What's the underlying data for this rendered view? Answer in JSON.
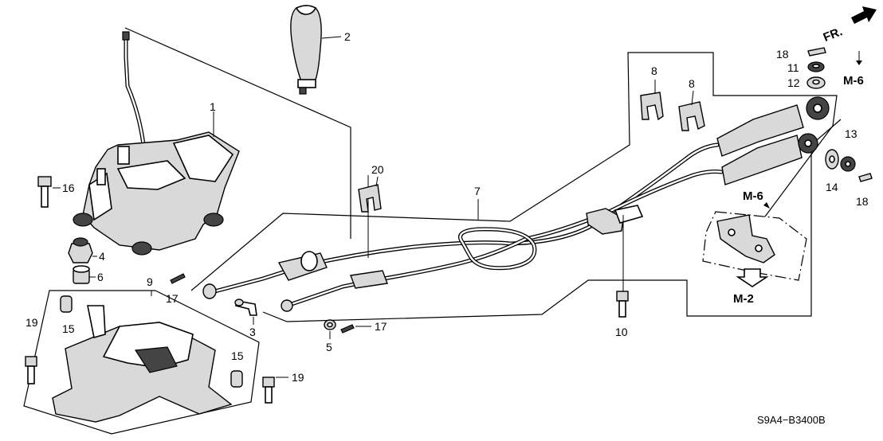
{
  "diagram": {
    "callouts": [
      {
        "id": "c1",
        "text": "1"
      },
      {
        "id": "c2",
        "text": "2"
      },
      {
        "id": "c3",
        "text": "3"
      },
      {
        "id": "c4",
        "text": "4"
      },
      {
        "id": "c5",
        "text": "5"
      },
      {
        "id": "c6",
        "text": "6"
      },
      {
        "id": "c7",
        "text": "7"
      },
      {
        "id": "c8a",
        "text": "8"
      },
      {
        "id": "c8b",
        "text": "8"
      },
      {
        "id": "c9",
        "text": "9"
      },
      {
        "id": "c10",
        "text": "10"
      },
      {
        "id": "c11",
        "text": "11"
      },
      {
        "id": "c12",
        "text": "12"
      },
      {
        "id": "c13",
        "text": "13"
      },
      {
        "id": "c14",
        "text": "14"
      },
      {
        "id": "c15a",
        "text": "15"
      },
      {
        "id": "c15b",
        "text": "15"
      },
      {
        "id": "c16",
        "text": "16"
      },
      {
        "id": "c17a",
        "text": "17"
      },
      {
        "id": "c17b",
        "text": "17"
      },
      {
        "id": "c18a",
        "text": "18"
      },
      {
        "id": "c18b",
        "text": "18"
      },
      {
        "id": "c19a",
        "text": "19"
      },
      {
        "id": "c19b",
        "text": "19"
      },
      {
        "id": "c20",
        "text": "20"
      }
    ],
    "refs": {
      "m6_top": "M-6",
      "m6_mid": "M-6",
      "m2": "M-2"
    },
    "direction_label": "FR.",
    "diagram_code": "S9A4−B3400B"
  }
}
